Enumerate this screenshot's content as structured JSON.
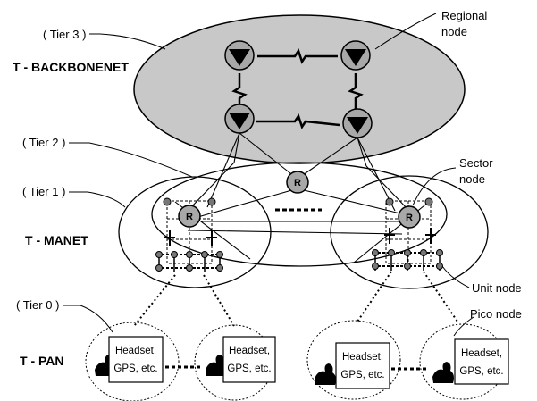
{
  "tiers": {
    "tier3": "( Tier 3 )",
    "tier2": "( Tier 2 )",
    "tier1": "( Tier 1 )",
    "tier0": "( Tier 0 )"
  },
  "networks": {
    "backbone": "T - BACKBONENET",
    "manet": "T - MANET",
    "pan": "T - PAN"
  },
  "callouts": {
    "regional_line1": "Regional",
    "regional_line2": "node",
    "sector_line1": "Sector",
    "sector_line2": "node",
    "unit": "Unit node",
    "pico": "Pico node"
  },
  "router_label": "R",
  "pan_box": {
    "line1": "Headset,",
    "line2": "GPS, etc."
  },
  "colors": {
    "backbone_fill": "#c8c8c8",
    "node_fill": "#a8a8a8",
    "line": "#000000"
  }
}
